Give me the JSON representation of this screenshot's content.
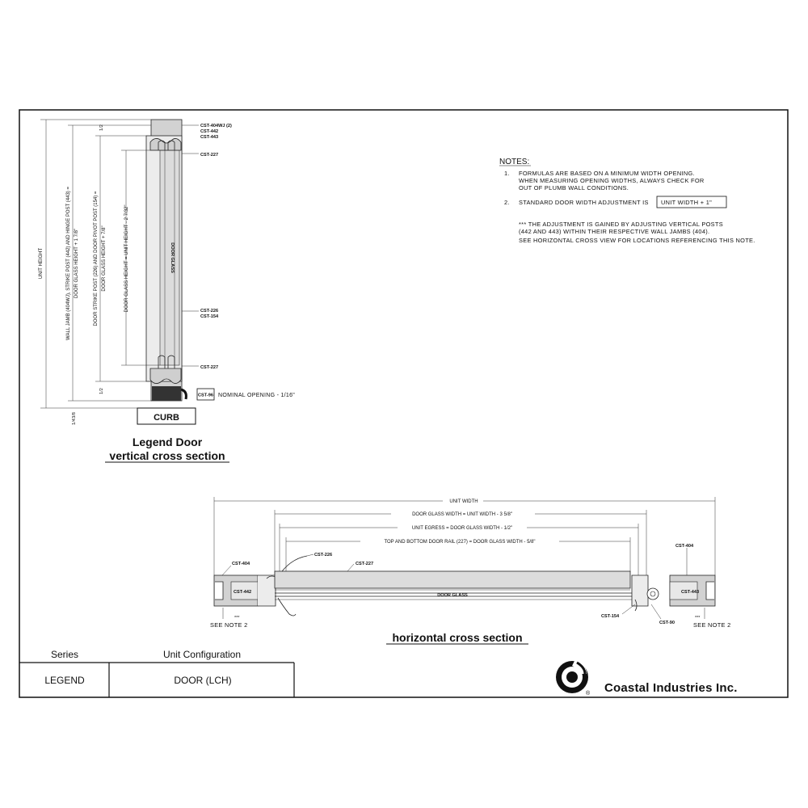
{
  "vertical_section": {
    "callouts": {
      "wall_jamb_top": "CST-404WJ (2)",
      "post_442": "CST-442",
      "post_443": "CST-443",
      "rail_top": "CST-227",
      "strike_post": "CST-226",
      "pivot_post": "CST-154",
      "rail_bottom": "CST-227",
      "sweep": "CST-96"
    },
    "door_glass_label": "DOOR GLASS",
    "nominal_opening": "NOMINAL OPENING - 1/16\"",
    "curb_label": "CURB",
    "dim_unit_height": "UNIT HEIGHT",
    "dim_wall_jamb": "WALL JAMB (404WJ), STRIKE POST (442) AND HINGE POST (443) =",
    "dim_wall_jamb_2": "DOOR GLASS HEIGHT + 1 7/8\"",
    "dim_strike_post": "DOOR STRIKE POST (226) AND DOOR PIVOT POST (154) =",
    "dim_strike_post_2": "DOOR GLASS HEIGHT + 7/8\"",
    "dim_glass_height": "DOOR GLASS HEIGHT = UNIT HEIGHT - 2 7/32\"",
    "dim_small": [
      "1/2",
      "1/2",
      "3/8",
      "1/4"
    ],
    "caption_line1": "Legend Door",
    "caption_line2": "vertical cross section"
  },
  "notes": {
    "heading": "NOTES:",
    "items": [
      {
        "num": "1.",
        "lines": [
          "FORMULAS ARE BASED ON A MINIMUM WIDTH OPENING.",
          "WHEN MEASURING OPENING WIDTHS, ALWAYS CHECK FOR",
          "OUT OF PLUMB WALL CONDITIONS."
        ]
      },
      {
        "num": "2.",
        "lines": [
          "STANDARD DOOR WIDTH ADJUSTMENT IS"
        ],
        "boxed": "UNIT WIDTH + 1\""
      }
    ],
    "extra": [
      "*** THE ADJUSTMENT IS GAINED BY ADJUSTING VERTICAL POSTS",
      "(442 AND 443) WITHIN THEIR RESPECTIVE WALL JAMBS (404).",
      "SEE HORIZONTAL CROSS VIEW FOR LOCATIONS REFERENCING THIS NOTE."
    ]
  },
  "horizontal_section": {
    "dim_unit_width": "UNIT WIDTH",
    "dim_glass_width": "DOOR GLASS WIDTH = UNIT WIDTH - 3 5/8\"",
    "dim_egress": "UNIT EGRESS = DOOR GLASS WIDTH - 1/2\"",
    "dim_rail": "TOP AND BOTTOM DOOR RAIL (227) = DOOR GLASS WIDTH - 5/8\"",
    "callouts": {
      "jamb_left": "CST-404",
      "post_left": "CST-442",
      "strike": "CST-226",
      "rail": "CST-227",
      "jamb_right": "CST-404",
      "post_right": "CST-443",
      "pivot": "CST-154",
      "sweep": "CST-90"
    },
    "glass_label": "DOOR GLASS",
    "see_note_left": "SEE NOTE 2",
    "see_note_right": "SEE NOTE 2",
    "marker": "***",
    "caption": "horizontal cross section"
  },
  "title_block": {
    "series_header": "Series",
    "config_header": "Unit Configuration",
    "series_value": "LEGEND",
    "config_value": "DOOR (LCH)"
  },
  "logo": {
    "company": "Coastal Industries Inc.",
    "registered": "®"
  }
}
